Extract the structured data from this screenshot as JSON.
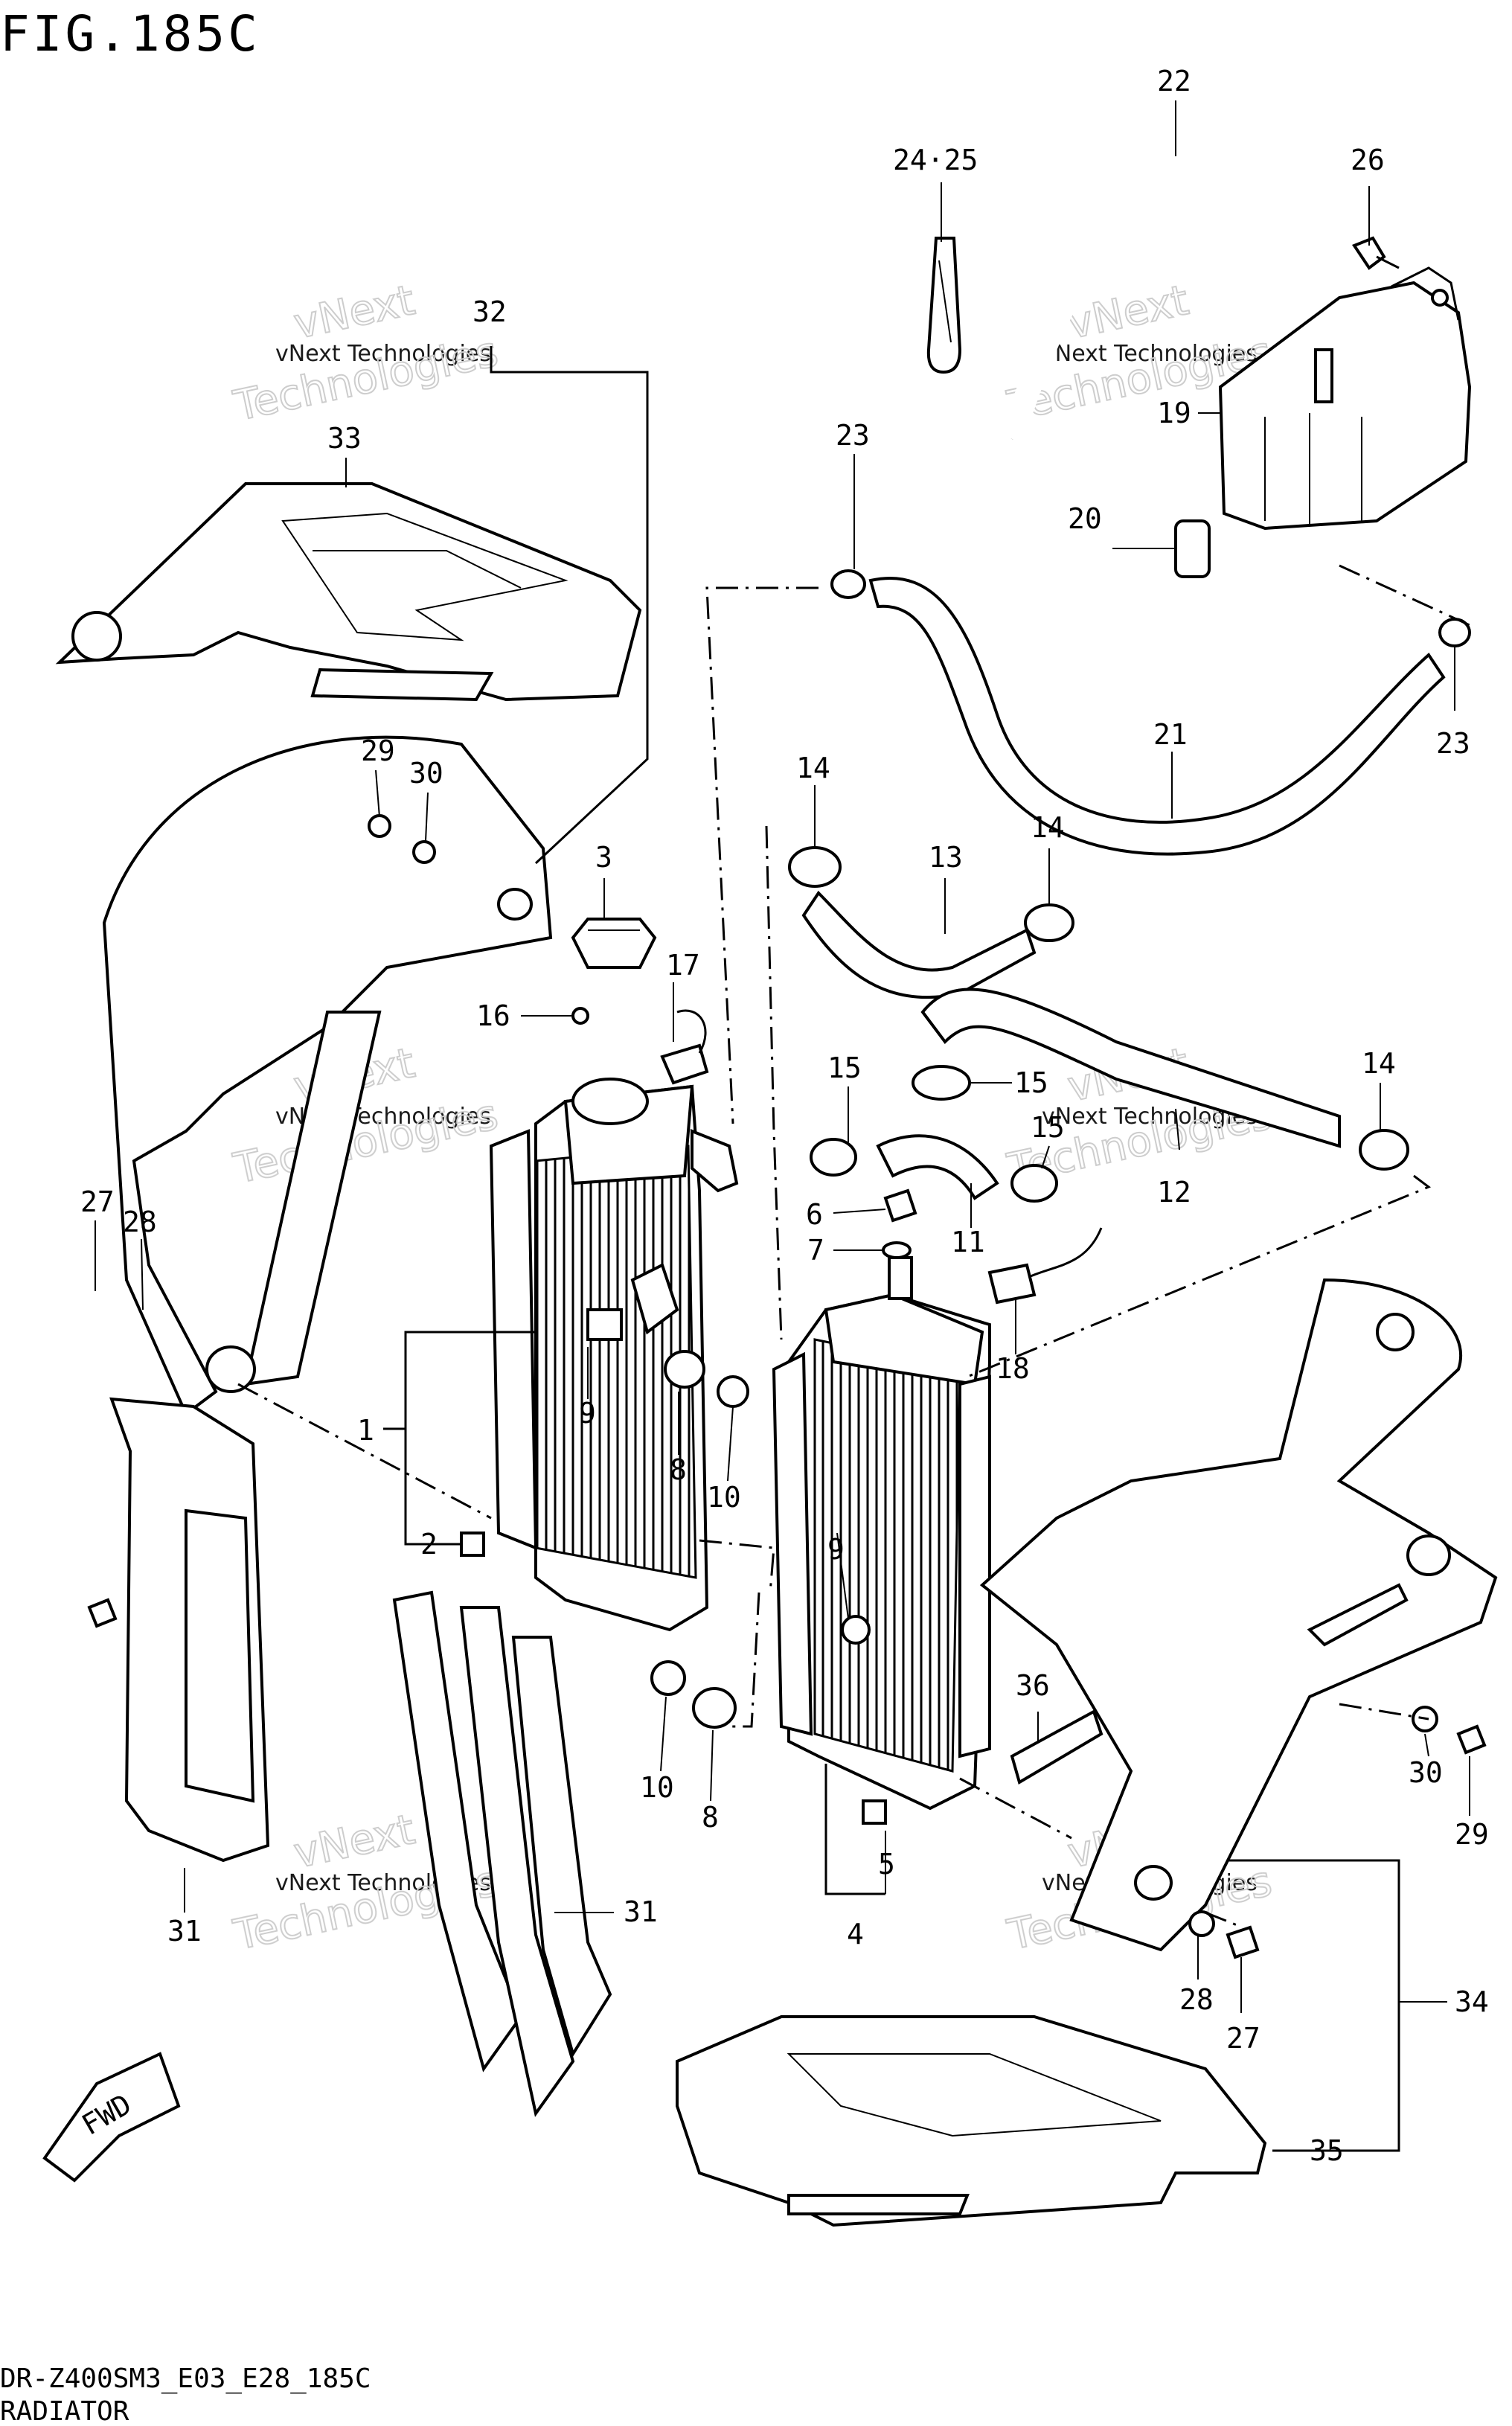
{
  "figure_title": "FIG.185C",
  "model_code": "DR-Z400SM3_E03_E28_185C",
  "section_name": "RADIATOR",
  "fwd_label": "FWD",
  "watermark": {
    "line1": "vNext Technologies",
    "big1": "vNext",
    "big2": "Technologies"
  },
  "callouts": [
    {
      "id": "c22",
      "text": "22"
    },
    {
      "id": "c24-25",
      "text": "24·25"
    },
    {
      "id": "c26",
      "text": "26"
    },
    {
      "id": "c32",
      "text": "32"
    },
    {
      "id": "c19",
      "text": "19"
    },
    {
      "id": "c33",
      "text": "33"
    },
    {
      "id": "c23a",
      "text": "23"
    },
    {
      "id": "c20",
      "text": "20"
    },
    {
      "id": "c23b",
      "text": "23"
    },
    {
      "id": "c21",
      "text": "21"
    },
    {
      "id": "c29a",
      "text": "29"
    },
    {
      "id": "c30a",
      "text": "30"
    },
    {
      "id": "c14a",
      "text": "14"
    },
    {
      "id": "c3",
      "text": "3"
    },
    {
      "id": "c13",
      "text": "13"
    },
    {
      "id": "c14b",
      "text": "14"
    },
    {
      "id": "c17",
      "text": "17"
    },
    {
      "id": "c16",
      "text": "16"
    },
    {
      "id": "c15a",
      "text": "15"
    },
    {
      "id": "c15b",
      "text": "15"
    },
    {
      "id": "c14c",
      "text": "14"
    },
    {
      "id": "c15c",
      "text": "15"
    },
    {
      "id": "c12",
      "text": "12"
    },
    {
      "id": "c27a",
      "text": "27"
    },
    {
      "id": "c28a",
      "text": "28"
    },
    {
      "id": "c6",
      "text": "6"
    },
    {
      "id": "c11",
      "text": "11"
    },
    {
      "id": "c7",
      "text": "7"
    },
    {
      "id": "c18",
      "text": "18"
    },
    {
      "id": "c1",
      "text": "1"
    },
    {
      "id": "c9a",
      "text": "9"
    },
    {
      "id": "c8a",
      "text": "8"
    },
    {
      "id": "c10a",
      "text": "10"
    },
    {
      "id": "c2",
      "text": "2"
    },
    {
      "id": "c9b",
      "text": "9"
    },
    {
      "id": "c36",
      "text": "36"
    },
    {
      "id": "c10b",
      "text": "10"
    },
    {
      "id": "c8b",
      "text": "8"
    },
    {
      "id": "c30b",
      "text": "30"
    },
    {
      "id": "c29b",
      "text": "29"
    },
    {
      "id": "c5",
      "text": "5"
    },
    {
      "id": "c4",
      "text": "4"
    },
    {
      "id": "c31a",
      "text": "31"
    },
    {
      "id": "c31b",
      "text": "31"
    },
    {
      "id": "c34",
      "text": "34"
    },
    {
      "id": "c28b",
      "text": "28"
    },
    {
      "id": "c27b",
      "text": "27"
    },
    {
      "id": "c35",
      "text": "35"
    }
  ]
}
